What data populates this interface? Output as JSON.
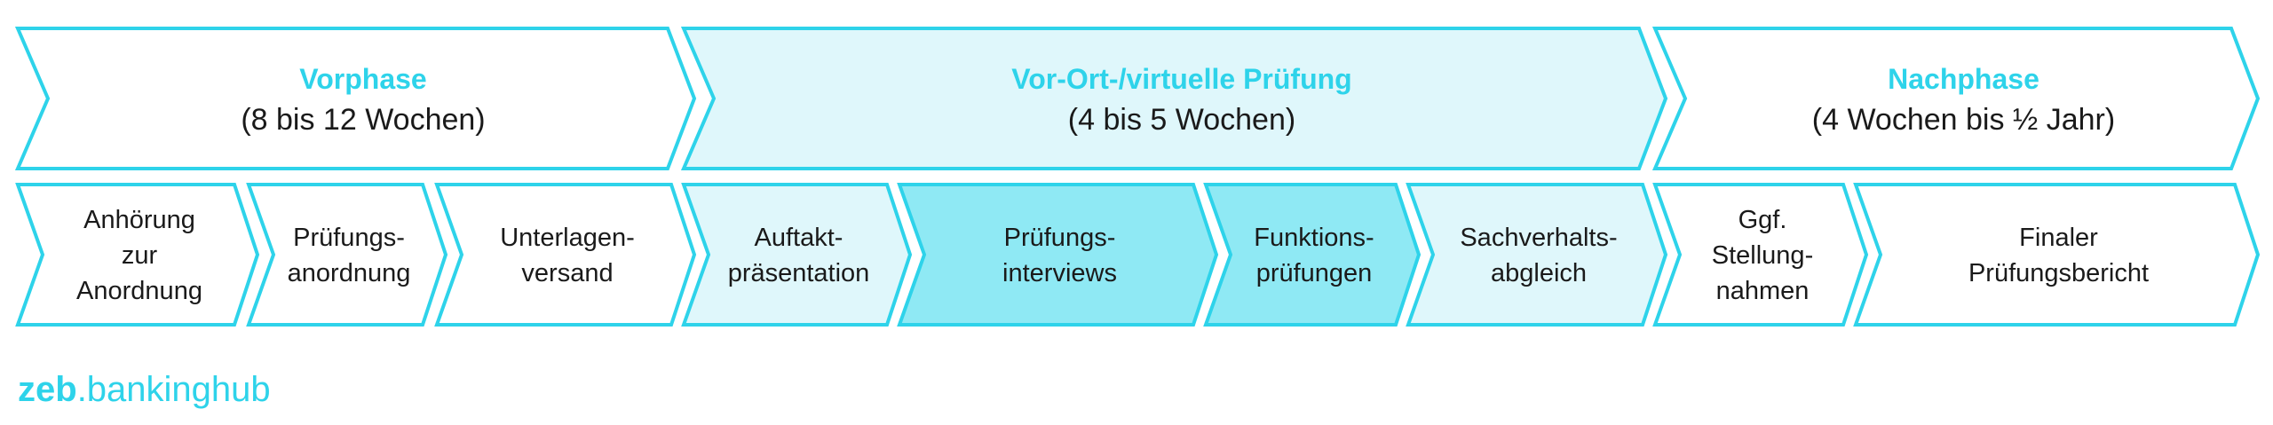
{
  "phases": [
    {
      "title": "Vorphase",
      "subtitle": "(8 bis 12 Wochen)",
      "fill": "#ffffff"
    },
    {
      "title": "Vor-Ort-/virtuelle Prüfung",
      "subtitle": "(4 bis 5 Wochen)",
      "fill": "#dff7fb"
    },
    {
      "title": "Nachphase",
      "subtitle": "(4 Wochen bis ½ Jahr)",
      "fill": "#ffffff"
    }
  ],
  "steps": [
    {
      "lines": [
        "Anhörung",
        "zur",
        "Anordnung"
      ],
      "fill": "#ffffff"
    },
    {
      "lines": [
        "Prüfungs-",
        "anordnung"
      ],
      "fill": "#ffffff"
    },
    {
      "lines": [
        "Unterlagen-",
        "versand"
      ],
      "fill": "#ffffff"
    },
    {
      "lines": [
        "Auftakt-",
        "präsentation"
      ],
      "fill": "#dff7fb"
    },
    {
      "lines": [
        "Prüfungs-",
        "interviews"
      ],
      "fill": "#8fe9f4"
    },
    {
      "lines": [
        "Funktions-",
        "prüfungen"
      ],
      "fill": "#8fe9f4"
    },
    {
      "lines": [
        "Sachverhalts-",
        "abgleich"
      ],
      "fill": "#dff7fb"
    },
    {
      "lines": [
        "Ggf.",
        "Stellung-",
        "nahmen"
      ],
      "fill": "#ffffff"
    },
    {
      "lines": [
        "Finaler",
        "Prüfungsbericht"
      ],
      "fill": "#ffffff"
    }
  ],
  "logo": {
    "part1": "zeb",
    "part2": ".bankinghub"
  },
  "colors": {
    "accent": "#2ed3ea",
    "stroke": "#2ed3ea",
    "text": "#1a1a1a"
  }
}
